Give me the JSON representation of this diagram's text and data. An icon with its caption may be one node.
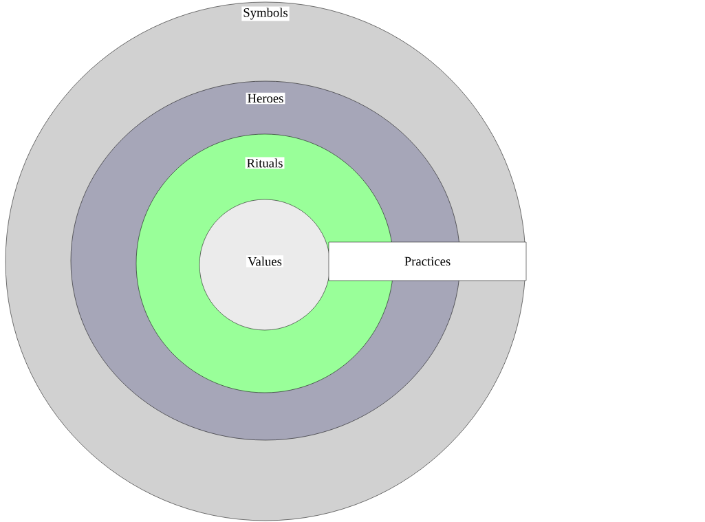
{
  "diagram": {
    "nodes": [
      {
        "text": [
          "Symbols"
        ]
      },
      {
        "text": [
          "Heroes"
        ],
        "in": 0
      },
      {
        "text": [
          "Rituals"
        ],
        "in": 1
      },
      {
        "text": [
          "Values"
        ],
        "in": 2
      },
      {
        "text": [
          "Practices"
        ],
        "in": 0
      }
    ]
  }
}
